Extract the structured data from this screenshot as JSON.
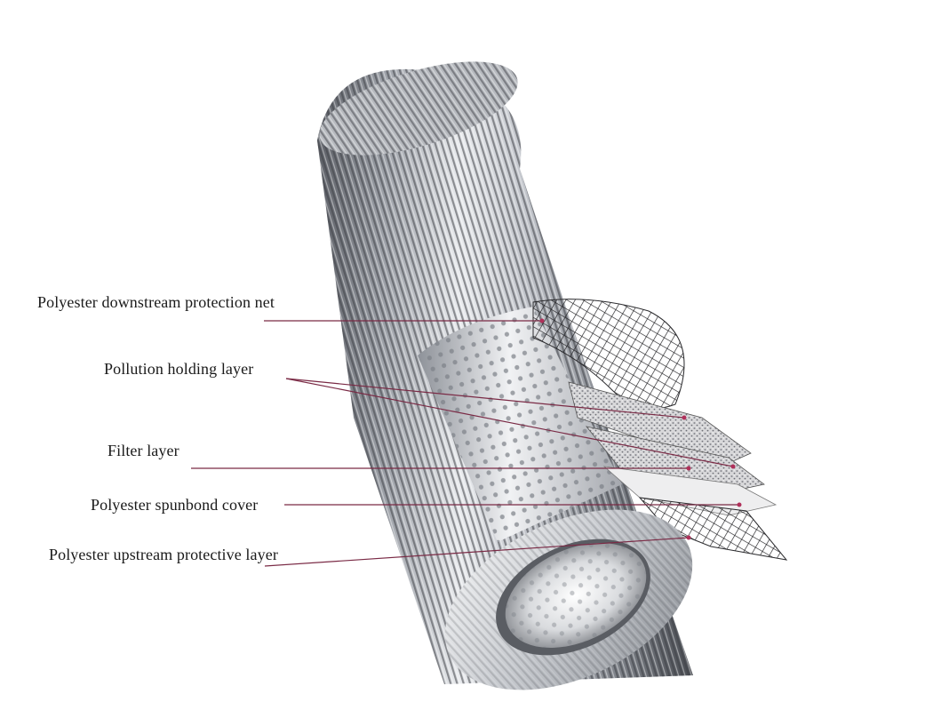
{
  "labels": [
    "Polyester downstream protection net",
    "Pollution holding layer",
    "Filter layer",
    "Polyester spunbond cover",
    "Polyester upstream protective layer"
  ],
  "colors": {
    "leader_line": "#7a2a45",
    "leader_dot": "#b0305a",
    "background": "#ffffff"
  },
  "illustration": {
    "subject": "pleated cylindrical filter element with peeled-back layers",
    "icons": [
      "filter-cartridge-illustration"
    ]
  }
}
